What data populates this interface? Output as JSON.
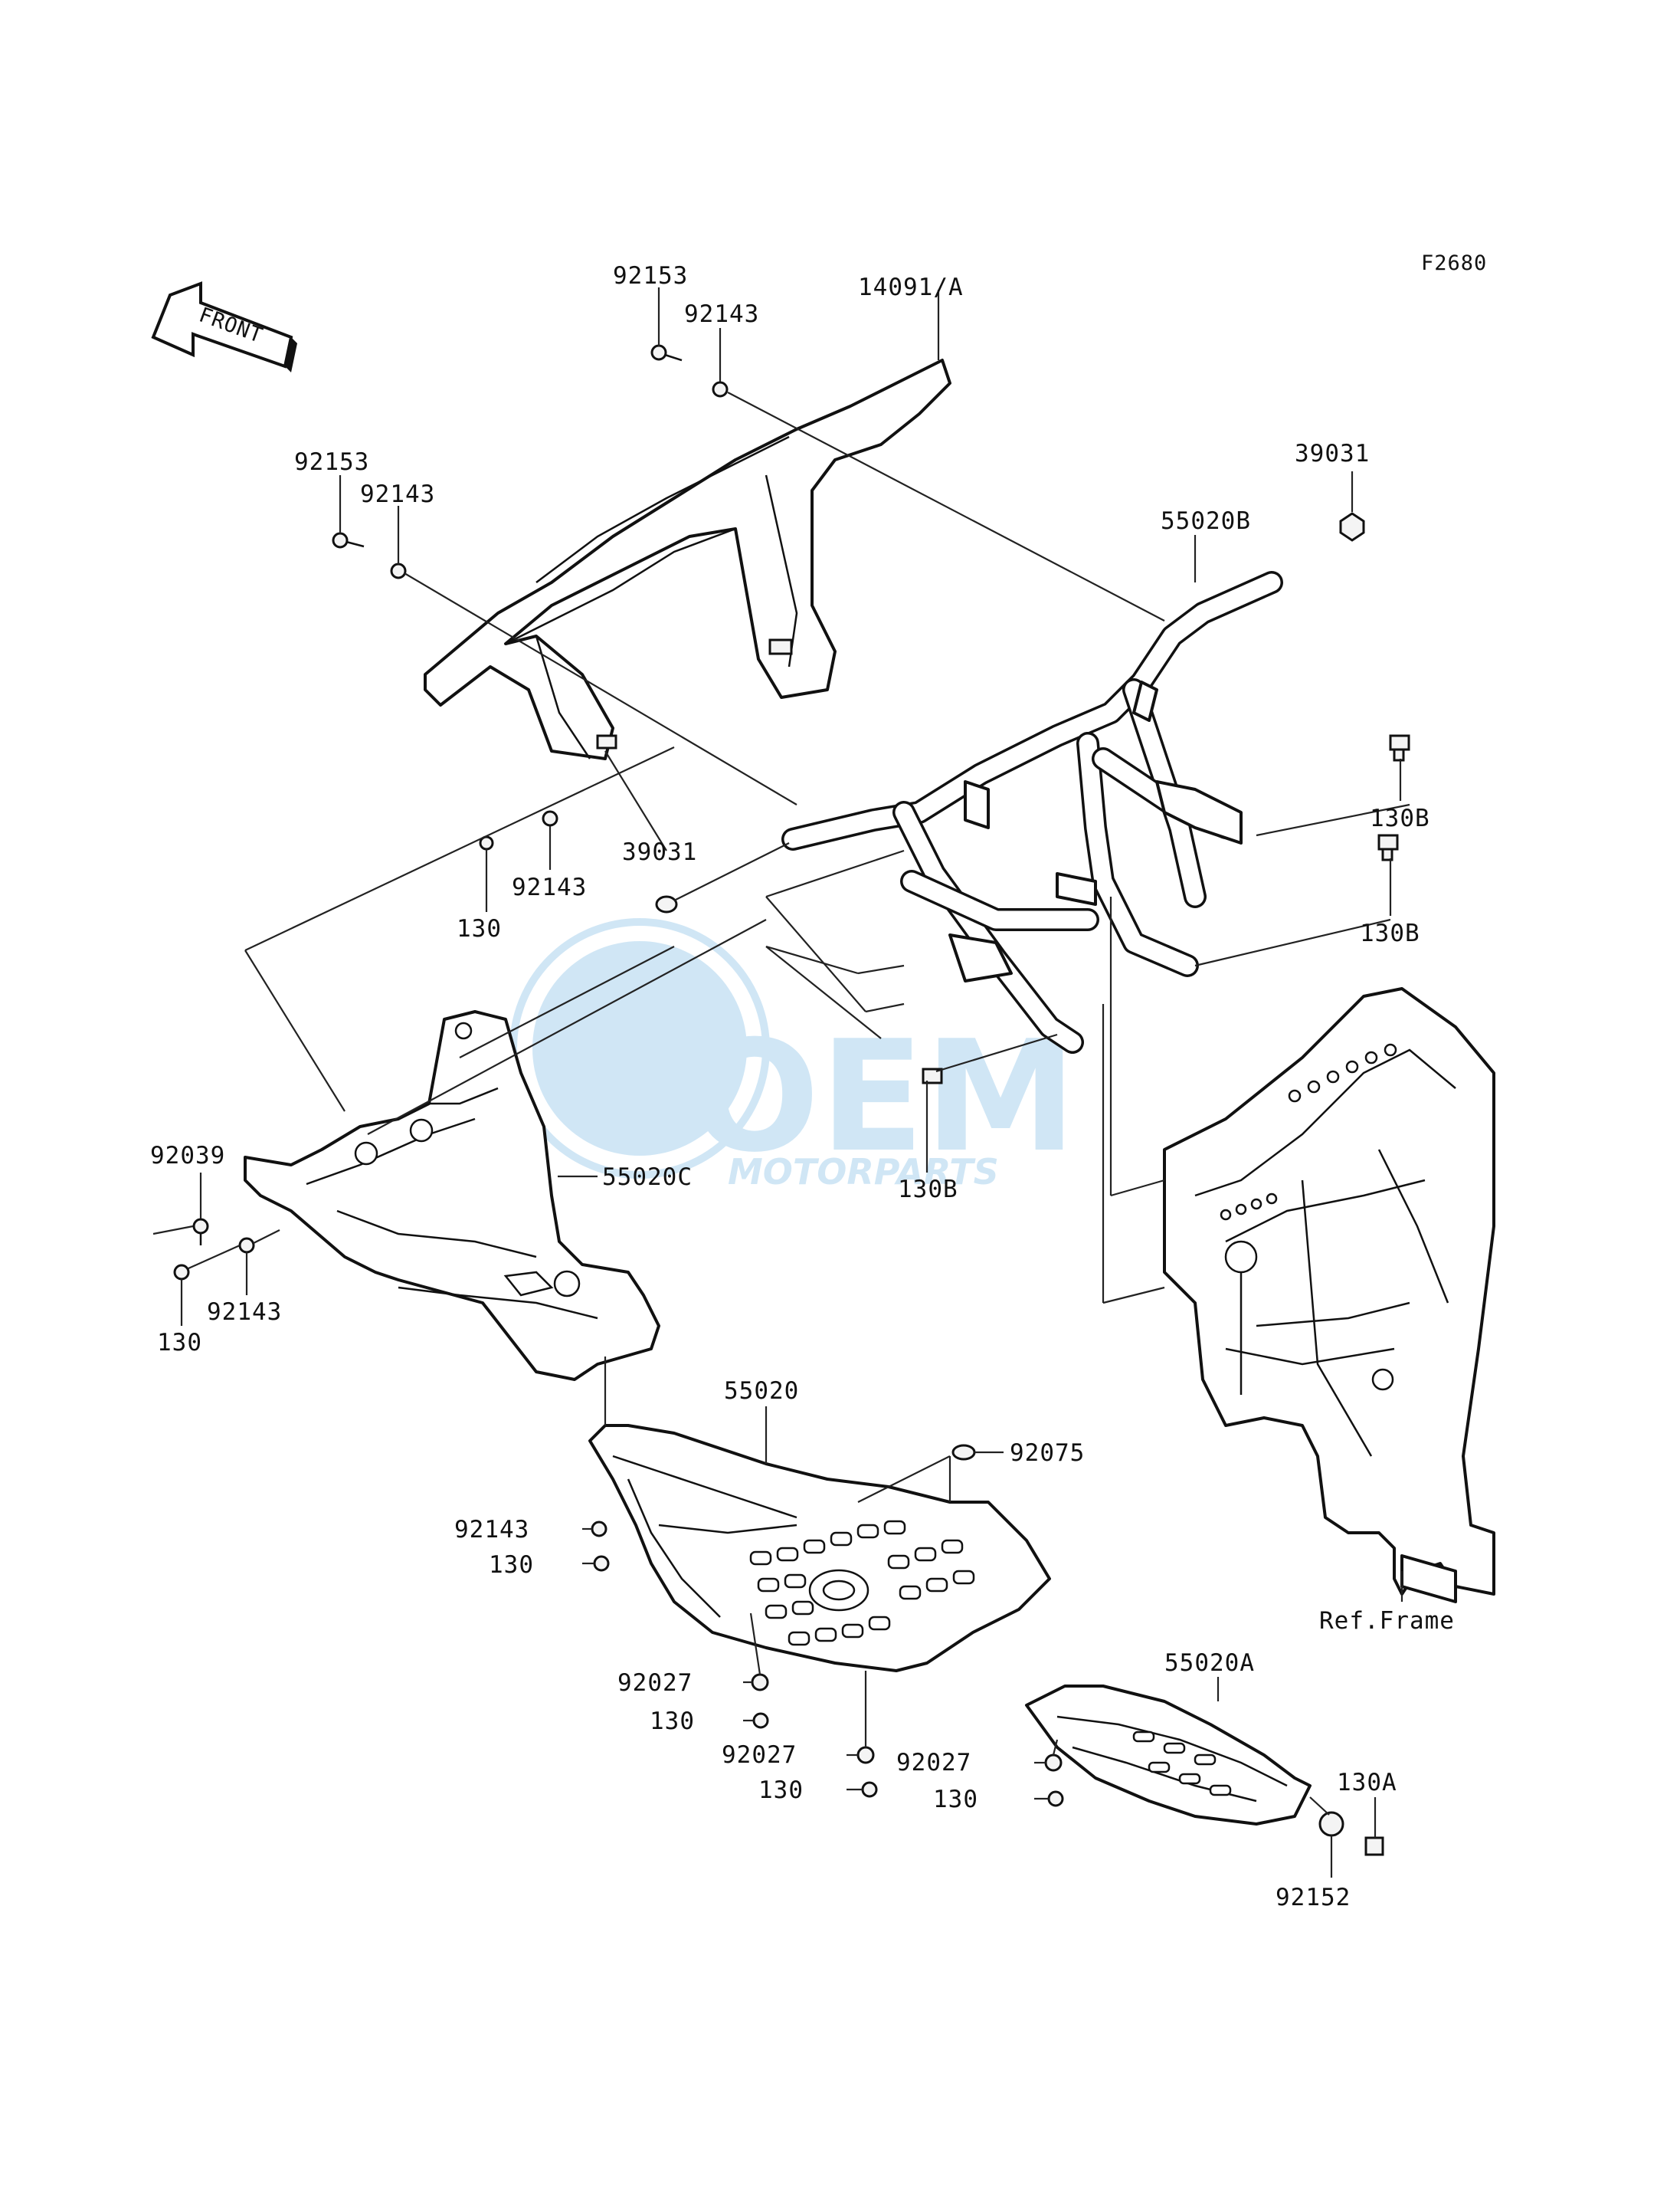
{
  "figure_code": "F2680",
  "front_label": "FRONT",
  "watermark": {
    "main": "OEM",
    "sub": "MOTORPARTS",
    "color": "#5aa9dc"
  },
  "callouts": {
    "c92153_a": "92153",
    "c92143_a": "92143",
    "c14091": "14091/A",
    "c92153_b": "92153",
    "c92143_b": "92143",
    "c39031_a": "39031",
    "c55020B": "55020B",
    "c130B_a": "130B",
    "c130B_b": "130B",
    "c39031_b": "39031",
    "c92143_c": "92143",
    "c130_a": "130",
    "c130B_c": "130B",
    "c92039": "92039",
    "c55020C": "55020C",
    "c92143_d": "92143",
    "c130_b": "130",
    "c55020": "55020",
    "c92075": "92075",
    "c92143_e": "92143",
    "c130_c": "130",
    "cRefFrame": "Ref.Frame",
    "c92027_a": "92027",
    "c130_d": "130",
    "c92027_b": "92027",
    "c130_e": "130",
    "c55020A": "55020A",
    "c92027_c": "92027",
    "c130_f": "130",
    "c130A": "130A",
    "c92152": "92152"
  }
}
